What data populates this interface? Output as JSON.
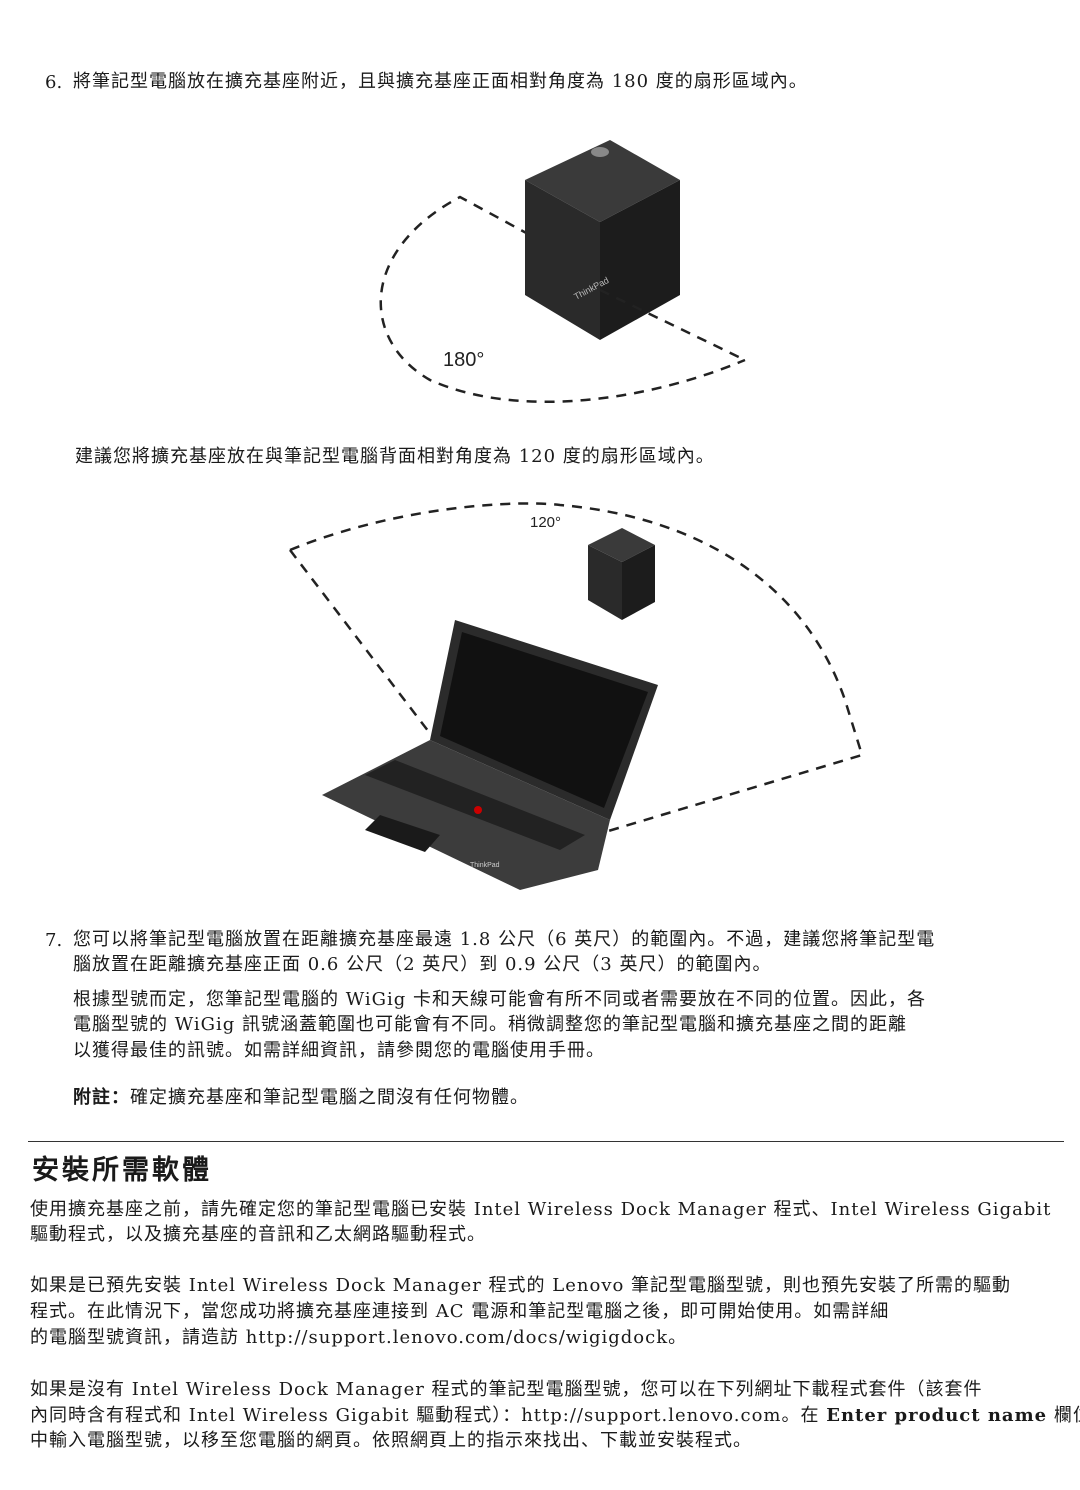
{
  "step6": {
    "number": "6.",
    "text": "將筆記型電腦放在擴充基座附近，且與擴充基座正面相對角度為 180 度的扇形區域內。"
  },
  "figure1": {
    "angle_label": "180°",
    "brand": "ThinkPad"
  },
  "recommend": "建議您將擴充基座放在與筆記型電腦背面相對角度為 120 度的扇形區域內。",
  "figure2": {
    "angle_label": "120°",
    "brand": "ThinkPad"
  },
  "step7": {
    "number": "7.",
    "lines": [
      "您可以將筆記型電腦放置在距離擴充基座最遠 1.8 公尺（6 英尺）的範圍內。不過，建議您將筆記型電",
      "腦放置在距離擴充基座正面 0.6 公尺（2 英尺）到 0.9 公尺（3 英尺）的範圍內。"
    ],
    "para_lines": [
      "根據型號而定，您筆記型電腦的 WiGig 卡和天線可能會有所不同或者需要放在不同的位置。因此，各",
      "電腦型號的 WiGig 訊號涵蓋範圍也可能會有不同。稍微調整您的筆記型電腦和擴充基座之間的距離",
      "以獲得最佳的訊號。如需詳細資訊，請參閱您的電腦使用手冊。"
    ],
    "note_label": "附註：",
    "note_text": "確定擴充基座和筆記型電腦之間沒有任何物體。"
  },
  "section": {
    "title": "安裝所需軟體",
    "p1": [
      "使用擴充基座之前，請先確定您的筆記型電腦已安裝 Intel Wireless Dock Manager 程式、Intel Wireless Gigabit",
      "驅動程式，以及擴充基座的音訊和乙太網路驅動程式。"
    ],
    "p2": [
      "如果是已預先安裝 Intel Wireless Dock Manager 程式的 Lenovo 筆記型電腦型號，則也預先安裝了所需的驅動",
      "程式。在此情況下，當您成功將擴充基座連接到 AC 電源和筆記型電腦之後，即可開始使用。如需詳細",
      "的電腦型號資訊，請造訪 http://support.lenovo.com/docs/wigigdock。"
    ],
    "p3": [
      "如果是沒有 Intel Wireless Dock Manager 程式的筆記型電腦型號，您可以在下列網址下載程式套件（該套件"
    ],
    "p3_line2_pre": "內同時含有程式和 Intel Wireless Gigabit 驅動程式）：http://support.lenovo.com。在 ",
    "p3_line2_bold": "Enter product name",
    "p3_line2_post": " 欄位",
    "p3_line3": "中輸入電腦型號，以移至您電腦的網頁。依照網頁上的指示來找出、下載並安裝程式。"
  }
}
